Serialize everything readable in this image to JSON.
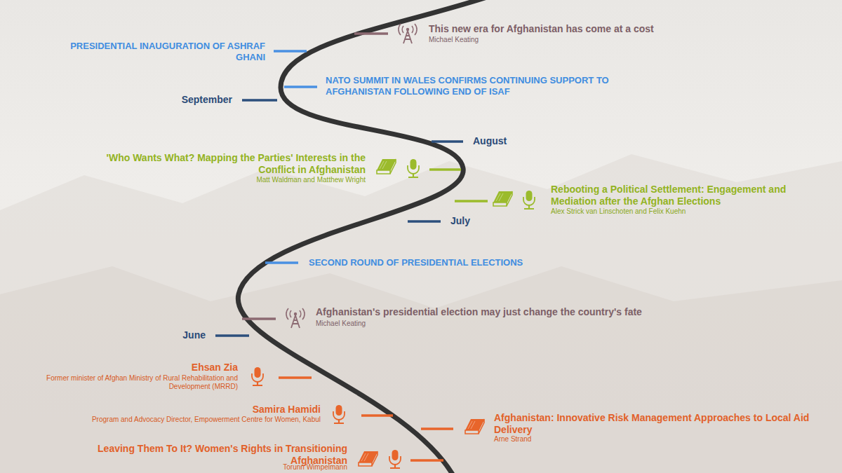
{
  "diagram": {
    "labels": [
      "This new era for Afghanistan has come at a cost",
      "Michael Keating",
      "PRESIDENTIAL INAUGURATION OF ASHRAF GHANI",
      "NATO SUMMIT IN WALES CONFIRMS CONTINUING SUPPORT TO AFGHANISTAN FOLLOWING END OF ISAF",
      "September",
      "August",
      "'Who Wants What? Mapping the Parties' Interests in the Conflict in Afghanistan",
      "Matt Waldman and Matthew Wright",
      "Rebooting a Political Settlement: Engagement and Mediation after the Afghan Elections",
      "Alex Strick van Linschoten and Felix Kuehn",
      "July",
      "SECOND ROUND OF PRESIDENTIAL ELECTIONS",
      "Afghanistan's presidential election may just change the country's fate",
      "Michael Keating",
      "June",
      "Ehsan Zia",
      "Former minister of Afghan Ministry of Rural Rehabilitation and Development (MRRD)",
      "Samira Hamidi",
      "Program and Advocacy Director, Empowerment Centre for Women, Kabul",
      "Afghanistan: Innovative Risk Management Approaches to Local Aid Delivery",
      "Arne Strand",
      "Leaving Them To It? Women's Rights in Transitioning Afghanistan",
      "Torunn Wimpelmann"
    ]
  }
}
